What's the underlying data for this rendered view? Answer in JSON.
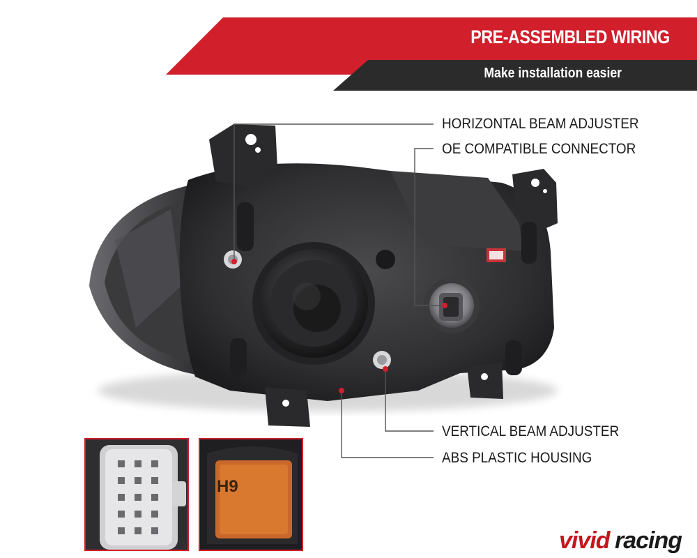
{
  "banner": {
    "title": "PRE-ASSEMBLED WIRING",
    "subtitle": "Make installation easier",
    "colors": {
      "red": "#d11f2b",
      "dark": "#2b2b2b",
      "text": "#ffffff"
    }
  },
  "callouts": {
    "horizontal_beam": "HORIZONTAL BEAM ADJUSTER",
    "oe_connector": "OE COMPATIBLE CONNECTOR",
    "vertical_beam": "VERTICAL BEAM ADJUSTER",
    "abs_housing": "ABS PLASTIC HOUSING"
  },
  "insets": {
    "left": "connector-closeup",
    "right": "bulb-socket-closeup",
    "bulb_label": "H9",
    "border_color": "#d11f2b"
  },
  "logo": {
    "text": "vividracing",
    "colors": {
      "red": "#c4161c",
      "dark": "#1a1a1a"
    }
  },
  "colors": {
    "marker": "#d11f2b",
    "leader": "#555555",
    "housing": "#2e2e30"
  }
}
